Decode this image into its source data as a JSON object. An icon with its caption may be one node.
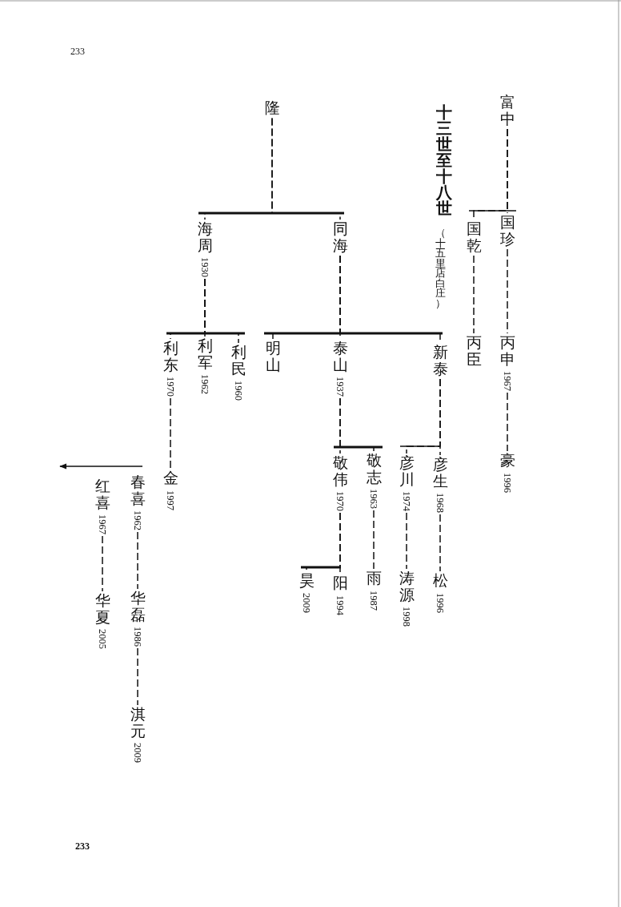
{
  "diagram": {
    "title": "十三世至十八世",
    "nodes": [
      {
        "text": [
          "富中"
        ]
      },
      {
        "text": [
          "国珍"
        ]
      },
      {
        "text": [
          "国乾"
        ]
      },
      {
        "text": [
          "丙申",
          "1967"
        ]
      },
      {
        "text": [
          "豪",
          "1996"
        ]
      },
      {
        "text": [
          "丙臣"
        ]
      },
      {
        "text": [
          "隆"
        ]
      },
      {
        "text": [
          "海周",
          "1930"
        ]
      },
      {
        "text": [
          "同海"
        ]
      },
      {
        "text": [
          "利东",
          "1970"
        ]
      },
      {
        "text": [
          "利军",
          "1962"
        ]
      },
      {
        "text": [
          "利民",
          "1960"
        ]
      },
      {
        "text": [
          "明山"
        ]
      },
      {
        "text": [
          "泰山",
          "1937"
        ]
      },
      {
        "text": [
          "新泰"
        ]
      },
      {
        "text": [
          "敬伟",
          "1970"
        ]
      },
      {
        "text": [
          "敬志",
          "1963"
        ]
      },
      {
        "text": [
          "彦川",
          "1974"
        ]
      },
      {
        "text": [
          "彦生",
          "1968"
        ]
      },
      {
        "text": [
          "阳",
          "1994"
        ]
      },
      {
        "text": [
          "昊",
          "2009"
        ]
      },
      {
        "text": [
          "雨",
          "1987"
        ]
      },
      {
        "text": [
          "涛源",
          "1998"
        ]
      },
      {
        "text": [
          "松",
          "1996"
        ]
      },
      {
        "text": [
          "金",
          "1997"
        ]
      },
      {
        "text": [
          "春喜",
          "1962"
        ]
      },
      {
        "text": [
          "红喜",
          "1967"
        ]
      },
      {
        "text": [
          "华磊",
          "1986"
        ]
      },
      {
        "text": [
          "华夏",
          "2005"
        ]
      },
      {
        "text": [
          "淇元",
          "2009"
        ]
      }
    ],
    "edges": [
      {
        "from": 0,
        "to": 1,
        "arrow": "none",
        "style": "dashed"
      },
      {
        "from": 0,
        "to": 2,
        "arrow": "none",
        "style": "dashed"
      },
      {
        "from": 1,
        "to": 3,
        "arrow": "none",
        "style": "dashed"
      },
      {
        "from": 3,
        "to": 4,
        "arrow": "none",
        "style": "dashed"
      },
      {
        "from": 2,
        "to": 5,
        "arrow": "none",
        "style": "dashed"
      },
      {
        "from": 6,
        "to": 7,
        "arrow": "none",
        "style": "dashed"
      },
      {
        "from": 6,
        "to": 8,
        "arrow": "none",
        "style": "dashed"
      },
      {
        "from": 7,
        "to": 9,
        "arrow": "none",
        "style": "dashed"
      },
      {
        "from": 7,
        "to": 10,
        "arrow": "none",
        "style": "dashed"
      },
      {
        "from": 7,
        "to": 11,
        "arrow": "none",
        "style": "dashed"
      },
      {
        "from": 8,
        "to": 12,
        "arrow": "none",
        "style": "dashed"
      },
      {
        "from": 8,
        "to": 13,
        "arrow": "none",
        "style": "dashed"
      },
      {
        "from": 8,
        "to": 14,
        "arrow": "none",
        "style": "dashed"
      },
      {
        "from": 9,
        "to": 24,
        "arrow": "none",
        "style": "dashed"
      },
      {
        "from": 13,
        "to": 15,
        "arrow": "none",
        "style": "dashed"
      },
      {
        "from": 13,
        "to": 16,
        "arrow": "none",
        "style": "dashed"
      },
      {
        "from": 14,
        "to": 17,
        "arrow": "none",
        "style": "dashed"
      },
      {
        "from": 14,
        "to": 18,
        "arrow": "none",
        "style": "dashed"
      },
      {
        "from": 15,
        "to": 19,
        "arrow": "none",
        "style": "dashed"
      },
      {
        "from": 15,
        "to": 20,
        "arrow": "none",
        "style": "dashed"
      },
      {
        "from": 16,
        "to": 21,
        "arrow": "none",
        "style": "dashed"
      },
      {
        "from": 17,
        "to": 22,
        "arrow": "none",
        "style": "dashed"
      },
      {
        "from": 18,
        "to": 23,
        "arrow": "none",
        "style": "dashed"
      },
      {
        "from": 25,
        "to": null,
        "arrow": "to"
      },
      {
        "from": 25,
        "to": 27,
        "arrow": "none",
        "style": "dashed"
      },
      {
        "from": 26,
        "to": 28,
        "arrow": "none",
        "style": "dashed"
      },
      {
        "from": 27,
        "to": 29,
        "arrow": "none",
        "style": "dashed"
      }
    ],
    "labels": [
      "（十五里店白庄）",
      "233",
      "233"
    ]
  }
}
